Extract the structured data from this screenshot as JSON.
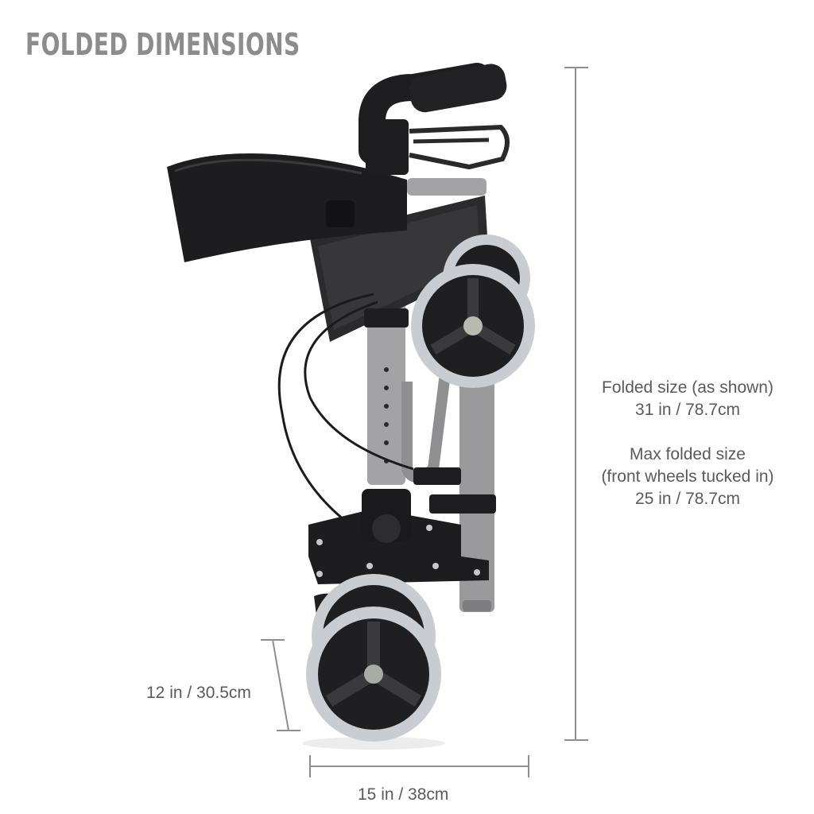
{
  "title": "FOLDED DIMENSIONS",
  "folded_size": {
    "line1": "Folded size (as shown)",
    "line2": "31 in / 78.7cm"
  },
  "max_folded_size": {
    "line1": "Max folded size",
    "line2": "(front wheels tucked in)",
    "line3": "25 in / 78.7cm"
  },
  "wheel_height": "12 in / 30.5cm",
  "depth": "15 in / 38cm",
  "colors": {
    "frame": "#9a9a9c",
    "black": "#1c1c1e",
    "tire": "#c9ccd0",
    "dimension_line": "#8e8e8e",
    "title": "#8c8c8c"
  }
}
